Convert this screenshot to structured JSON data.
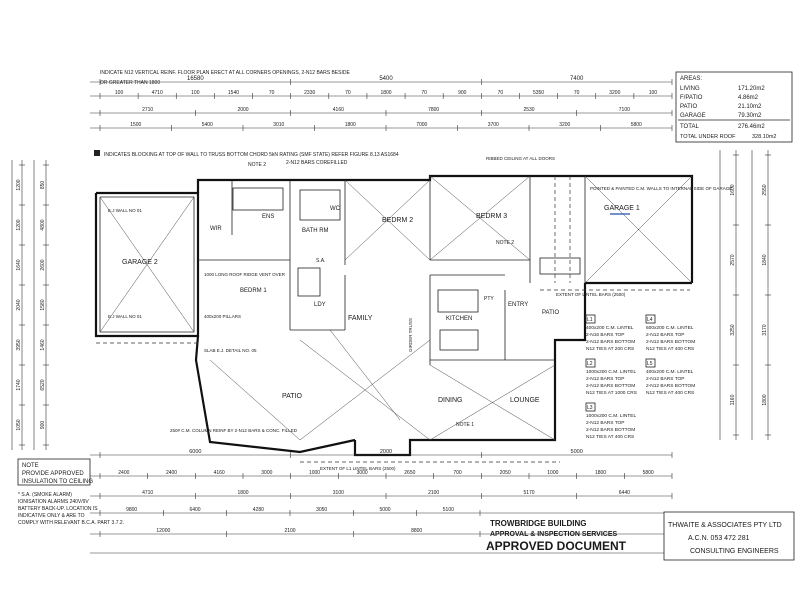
{
  "areas_table": {
    "title": "AREAS:",
    "rows": [
      {
        "label": "LIVING",
        "value": "171.20m2"
      },
      {
        "label": "F/PATIO",
        "value": "4.86m2"
      },
      {
        "label": "PATIO",
        "value": "21.10m2"
      },
      {
        "label": "GARAGE",
        "value": "79.30m2"
      },
      {
        "label": "TOTAL",
        "value": "276.46m2"
      },
      {
        "label": "TOTAL UNDER ROOF",
        "value": "328.10m2"
      }
    ]
  },
  "rooms": [
    {
      "key": "garage2",
      "label": "GARAGE 2"
    },
    {
      "key": "garage1",
      "label": "GARAGE 1"
    },
    {
      "key": "wir",
      "label": "WIR"
    },
    {
      "key": "ens",
      "label": "ENS"
    },
    {
      "key": "bed1",
      "label": "BEDRM 1"
    },
    {
      "key": "bath",
      "label": "BATH RM"
    },
    {
      "key": "bed2",
      "label": "BEDRM 2"
    },
    {
      "key": "bed3",
      "label": "BEDRM 3"
    },
    {
      "key": "wc",
      "label": "WC"
    },
    {
      "key": "ldy",
      "label": "LDY"
    },
    {
      "key": "family",
      "label": "FAMILY"
    },
    {
      "key": "kitchen",
      "label": "KITCHEN"
    },
    {
      "key": "entry",
      "label": "ENTRY"
    },
    {
      "key": "fpatio",
      "label": "PATIO"
    },
    {
      "key": "patio",
      "label": "PATIO"
    },
    {
      "key": "dining",
      "label": "DINING"
    },
    {
      "key": "lounge",
      "label": "LOUNGE"
    },
    {
      "key": "pantry",
      "label": "PTY"
    }
  ],
  "top_dims": {
    "row1": [
      "16580",
      "5400",
      "7400"
    ],
    "row2": [
      "100",
      "4710",
      "100",
      "1540",
      "70",
      "2330",
      "70",
      "1800",
      "70",
      "900",
      "70",
      "5350",
      "70",
      "3200",
      "100"
    ],
    "row3": [
      "2710",
      "2000",
      "4160",
      "7800",
      "2530",
      "7100"
    ],
    "row4": [
      "1500",
      "5400",
      "3010",
      "1800",
      "7000",
      "3700",
      "3200",
      "5800"
    ]
  },
  "bottom_dims": {
    "row1": [
      "6000",
      "2000",
      "5000"
    ],
    "row2": [
      "2400",
      "2400",
      "4160",
      "3000",
      "1000",
      "3000",
      "2650",
      "700",
      "2050",
      "1000",
      "1800",
      "5800"
    ],
    "row3": [
      "4710",
      "1800",
      "3100",
      "2100",
      "5170",
      "6440"
    ],
    "row4": [
      "9800",
      "6400",
      "4280",
      "3050",
      "5000",
      "5100"
    ],
    "row5": [
      "12000",
      "2100",
      "8800"
    ]
  },
  "left_dims": [
    "1200",
    "1200",
    "1640",
    "2040",
    "3950",
    "1740",
    "1050",
    "850",
    "4800",
    "2600",
    "1580",
    "1460",
    "6520",
    "900"
  ],
  "right_dims": [
    "1600",
    "2570",
    "3250",
    "1160",
    "2550",
    "1840",
    "3170",
    "1800"
  ],
  "notes": {
    "top_note_1": "INDICATE N12 VERTICAL REINF. FLOOR PLAN ERECT AT ALL CORNERS OPENINGS, 2-N12 BARS BESIDE",
    "top_note_2": "OR GREATER THAN 1800",
    "blocking_note": "INDICATES BLOCKING AT TOP OF WALL TO TRUSS BOTTOM CHORD 5kN RATING (SMF STATE) REFER FIGURE 8.13 AS1684",
    "corefilled_note": "2-N12 BARS COREFILLED",
    "ribbed_note": "RIBBED CEILING AT ALL DOORS",
    "garage_wall_note": "POINTED & PAINTED C.M. WALLS TO INTERNAL SIDE OF GARAGE",
    "roof_vent_note": "1000 LONG ROOF RIDGE VENT OVER",
    "pillars": "400x200 PILLARS",
    "column_note": "250# C.M. COLUMN REINF BY 2-N12 BARS & CONC. FILLED",
    "slab_note": "SLAB E.J. DETAIL NO. 05",
    "ej_wall": "E.J WALL NO 01",
    "insulation_note_title": "NOTE",
    "insulation_note_1": "PROVIDE APPROVED",
    "insulation_note_2": "INSULATION TO CEILING",
    "smoke_note": "* S.A. (SMOKE ALARM) IONISATION ALARMS 240V/9V BATTERY BACK-UP. LOCATION IS INDICATIVE ONLY & ARE TO COMPLY WITH RELEVANT B.C.A. PART 3.7.2.",
    "extent_lintel_top": "EXTENT OF LINTEL BARS (2500)",
    "extent_lintel_bottom": "EXTENT OF L1 LINTEL BARS (2500)",
    "girder_truss": "GIRDER TRUSS",
    "note_1": "NOTE 1",
    "note_2": "NOTE 2",
    "sa": "S.A."
  },
  "lintels": [
    {
      "code": "L1",
      "lines": [
        "400x200 C.M. LINTEL",
        "2-N16 BARS TOP",
        "2-N12 BARS BOTTOM",
        "N12 TIES AT 200 CRS"
      ]
    },
    {
      "code": "L2",
      "lines": [
        "1000x200 C.M. LINTEL",
        "2-N12 BARS TOP",
        "2-N12 BARS BOTTOM",
        "N12 TIES AT 1000 CRS"
      ]
    },
    {
      "code": "L3",
      "lines": [
        "1000x200 C.M. LINTEL",
        "2-N12 BARS TOP",
        "2-N12 BARS BOTTOM",
        "N12 TIES AT 400 CRS"
      ]
    },
    {
      "code": "L4",
      "lines": [
        "600x200 C.M. LINTEL",
        "2-N12 BARS TOP",
        "2-N12 BARS BOTTOM",
        "N12 TIES AT 400 CRS"
      ]
    },
    {
      "code": "L5",
      "lines": [
        "400x200 C.M. LINTEL",
        "2-N12 BARS TOP",
        "2-N12 BARS BOTTOM",
        "N12 TIES AT 400 CRS"
      ]
    }
  ],
  "stamp": {
    "line1": "TROWBRIDGE BUILDING",
    "line2": "APPROVAL & INSPECTION SERVICES",
    "line3": "APPROVED DOCUMENT"
  },
  "engineer": {
    "name": "THWAITE & ASSOCIATES PTY LTD",
    "acn": "A.C.N. 053 472 281",
    "role": "CONSULTING ENGINEERS"
  },
  "colors": {
    "ink": "#1a1a1a",
    "paper": "#ffffff",
    "accent_mark": "#1f4fb0"
  }
}
